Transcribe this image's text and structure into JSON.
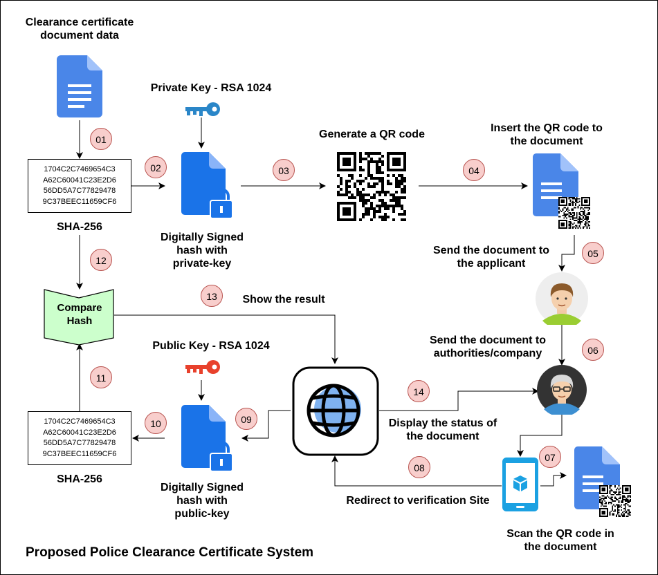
{
  "title": "Proposed Police Clearance Certificate System",
  "labels": {
    "doc_data": "Clearance certificate\ndocument data",
    "private_key": "Private Key - RSA 1024",
    "public_key": "Public Key - RSA 1024",
    "generate_qr": "Generate a QR code",
    "insert_qr": "Insert the QR code to\nthe document",
    "send_applicant": "Send the document to\nthe applicant",
    "send_authorities": "Send the document to\nauthorities/company",
    "signed_private": "Digitally Signed\nhash with\nprivate-key",
    "signed_public": "Digitally Signed\nhash with\npublic-key",
    "sha_top": "SHA-256",
    "sha_bottom": "SHA-256",
    "compare_hash": "Compare\nHash",
    "show_result": "Show the result",
    "display_status": "Display the status of\nthe document",
    "redirect": "Redirect to verification Site",
    "scan_qr": "Scan the QR code in\nthe document"
  },
  "hash_lines": [
    "1704C2C7469654C3",
    "A62C60041C23E2D6",
    "56DD5A7C77829478",
    "9C37BEEC11659CF6"
  ],
  "steps": {
    "s01": "01",
    "s02": "02",
    "s03": "03",
    "s04": "04",
    "s05": "05",
    "s06": "06",
    "s07": "07",
    "s08": "08",
    "s09": "09",
    "s10": "10",
    "s11": "11",
    "s12": "12",
    "s13": "13",
    "s14": "14"
  },
  "colors": {
    "doc_blue": "#4a86e8",
    "doc_dark": "#1a73e8",
    "key_private": "#2a86c8",
    "key_public": "#e8412c",
    "step_fill": "#f8cecc",
    "step_border": "#b85450",
    "compare_fill": "#ccffcc",
    "globe_bg": "#dae8fc",
    "phone": "#1ba1e2"
  }
}
